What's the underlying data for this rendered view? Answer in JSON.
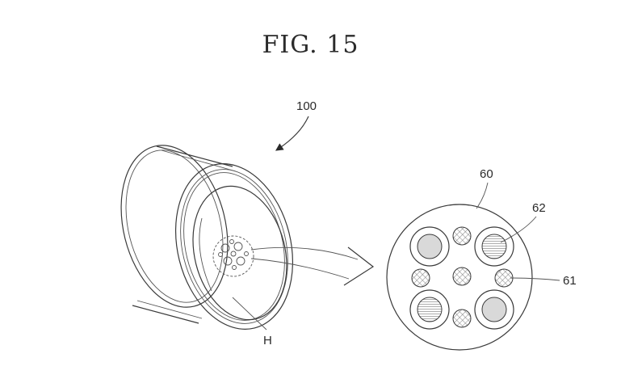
{
  "figure": {
    "title": "FIG. 15"
  },
  "labels": {
    "device": "100",
    "cavity": "H",
    "cross_section": "60",
    "large_element": "62",
    "small_element": "61"
  },
  "colors": {
    "line": "#3a3a3a",
    "large_element_fill": "#d9d9d9",
    "hatch": "#6a6a6a"
  }
}
